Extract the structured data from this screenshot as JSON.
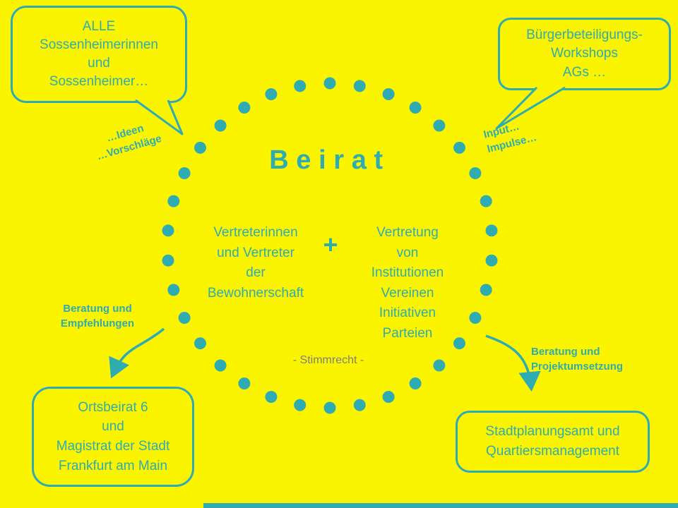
{
  "colors": {
    "accent": "#2FACB2",
    "background": "#FAF400",
    "muted": "#7F7F7F"
  },
  "title": "Beirat",
  "bubbles": {
    "residents": "ALLE\nSossenheimerinnen\nund\nSossenheimer…",
    "workshops": "Bürgerbeteiligungs-\nWorkshops\nAGs …"
  },
  "circle": {
    "left_member": "Vertreterinnen\nund Vertreter\nder\nBewohnerschaft",
    "plus": "+",
    "right_member": "Vertretung\nvon\nInstitutionen\nVereinen\nInitiativen\nParteien",
    "voting_note": "- Stimmrecht -"
  },
  "annotations": {
    "ideas": "…Ideen\n…Vorschläge",
    "impulses": "Input…\nImpulse…",
    "advice_left": "Beratung und\nEmpfehlungen",
    "advice_right": "Beratung und\nProjektumsetzung"
  },
  "boxes": {
    "ortsbeirat": "Ortsbeirat 6\nund\nMagistrat der Stadt\nFrankfurt am Main",
    "stadtplanungsamt": "Stadtplanungsamt und\nQuartiersmanagement"
  }
}
